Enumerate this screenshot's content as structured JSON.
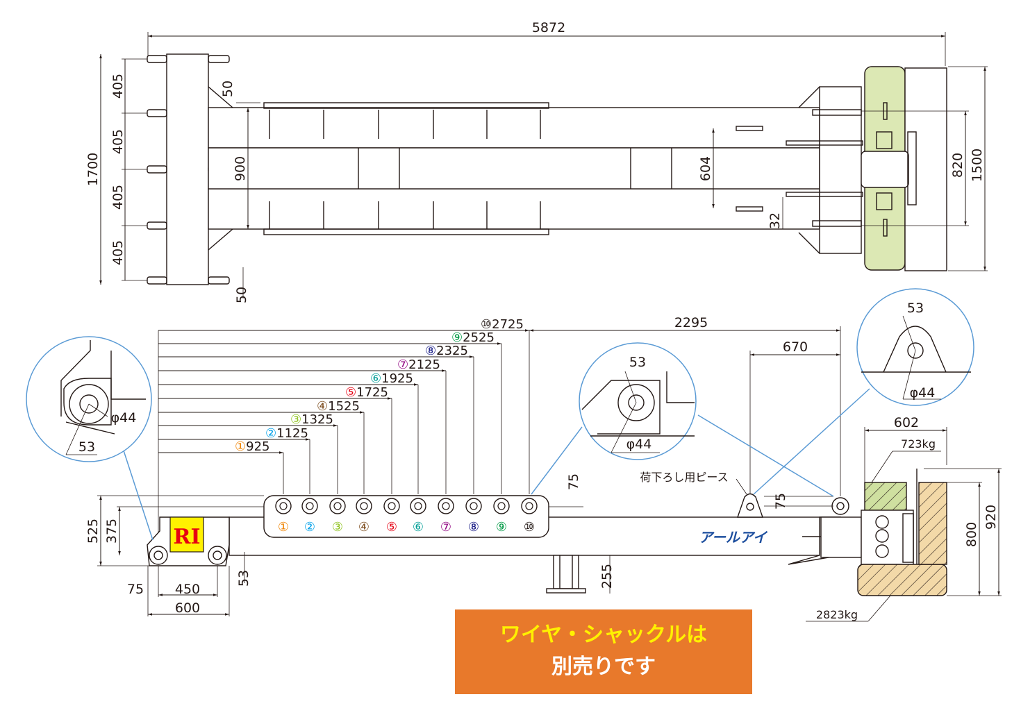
{
  "top_view": {
    "overall_length": "5872",
    "overall_width": "1700",
    "left_spacings": [
      "405",
      "405",
      "405",
      "405"
    ],
    "top_gap": "50",
    "bottom_gap": "50",
    "beam_width": "900",
    "inner_span": "604",
    "bracket_offset": "32",
    "right_inner_width": "820",
    "right_outer_width": "1500"
  },
  "side_view": {
    "hole_positions": [
      {
        "label": "①925",
        "color": "#F08300"
      },
      {
        "label": "②1125",
        "color": "#00A0E9"
      },
      {
        "label": "③1325",
        "color": "#8FC31F"
      },
      {
        "label": "④1525",
        "color": "#7F4F21"
      },
      {
        "label": "⑤1725",
        "color": "#E60012"
      },
      {
        "label": "⑥1925",
        "color": "#009E96"
      },
      {
        "label": "⑦2125",
        "color": "#920783"
      },
      {
        "label": "⑧2325",
        "color": "#1D2088"
      },
      {
        "label": "⑨2525",
        "color": "#009944"
      },
      {
        "label": "⑩2725",
        "color": "#231815"
      }
    ],
    "hole_badges": [
      {
        "label": "①",
        "color": "#F08300"
      },
      {
        "label": "②",
        "color": "#00A0E9"
      },
      {
        "label": "③",
        "color": "#8FC31F"
      },
      {
        "label": "④",
        "color": "#7F4F21"
      },
      {
        "label": "⑤",
        "color": "#E60012"
      },
      {
        "label": "⑥",
        "color": "#009E96"
      },
      {
        "label": "⑦",
        "color": "#920783"
      },
      {
        "label": "⑧",
        "color": "#1D2088"
      },
      {
        "label": "⑨",
        "color": "#009944"
      },
      {
        "label": "⑩",
        "color": "#231815"
      }
    ],
    "span_2295": "2295",
    "span_670": "670",
    "span_602": "602",
    "height_525": "525",
    "height_375": "375",
    "dim_75_top": "75",
    "dim_75_right": "75",
    "dim_53": "53",
    "dim_255": "255",
    "dim_800": "800",
    "dim_920": "920",
    "bottom_75": "75",
    "bottom_450": "450",
    "bottom_600": "600",
    "weight_top": "723kg",
    "weight_bottom": "2823kg",
    "unload_piece": "荷下ろし用ピース",
    "brand_text": "アールアイ",
    "logo": "RI"
  },
  "details": {
    "left": {
      "dia": "φ44",
      "offset": "53"
    },
    "middle": {
      "dia": "φ44",
      "offset": "53"
    },
    "right": {
      "dia": "φ44",
      "offset": "53"
    }
  },
  "notice": {
    "line1": "ワイヤ・シャックルは",
    "line2": "別売りです"
  },
  "colors": {
    "line": "#231815",
    "counterweight_green": "#DCE8B4",
    "detail_circle": "#5B9BD5",
    "notice_bg": "#E8792B",
    "logo_red": "#E60012",
    "logo_yellow": "#FFF100",
    "brand_blue": "#1D4E9E"
  }
}
